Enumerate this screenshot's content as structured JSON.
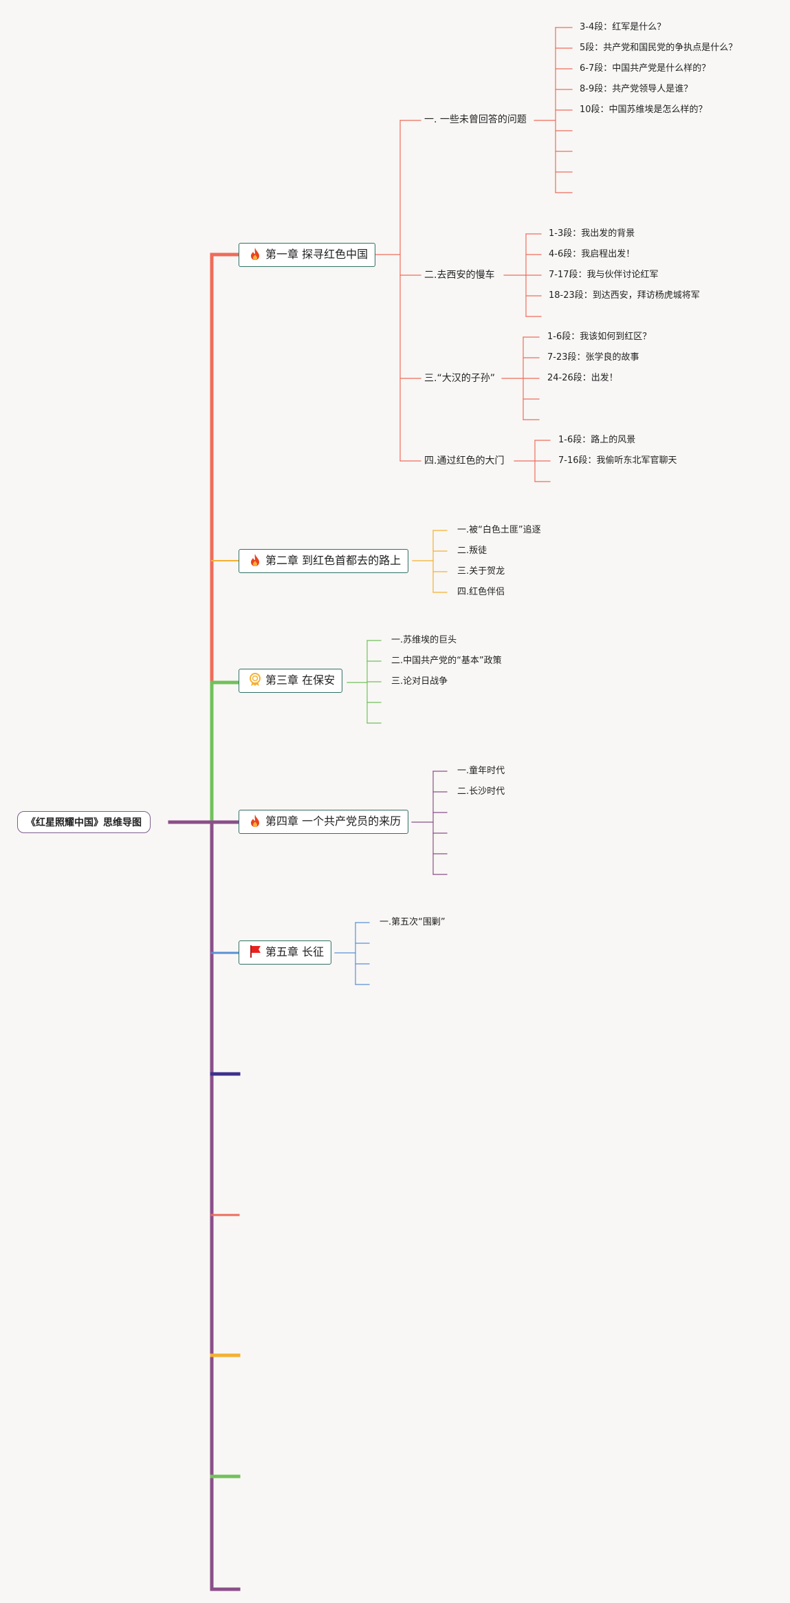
{
  "title": "《红星照耀中国》思维导图",
  "colors": {
    "root": "#8b4e8a",
    "chapter1": "#ef6c5a",
    "chapter2": "#f5b031",
    "chapter3": "#72c05a",
    "chapter4": "#8b4e8a",
    "chapter5": "#5b8fd6",
    "extra_navy": "#3c2f8c"
  },
  "chapters": [
    {
      "label": "第一章 探寻红色中国",
      "icon": "flame-icon",
      "sections": [
        {
          "label": "一. 一些未曾回答的问题",
          "items": [
            "3-4段：红军是什么？",
            "5段：共产党和国民党的争执点是什么？",
            "6-7段：中国共产党是什么样的？",
            "8-9段：共产党领导人是谁？",
            "10段：中国苏维埃是怎么样的？",
            "",
            "",
            "",
            "",
            ""
          ]
        },
        {
          "label": "二.去西安的慢车",
          "items": [
            "1-3段：我出发的背景",
            "4-6段：我启程出发！",
            "7-17段：我与伙伴讨论红军",
            "18-23段：到达西安，拜访杨虎城将军",
            ""
          ]
        },
        {
          "label": "三.“大汉的子孙”",
          "items": [
            "1-6段：我该如何到红区？",
            "7-23段：张学良的故事",
            "24-26段：出发！",
            "",
            ""
          ]
        },
        {
          "label": "四.通过红色的大门",
          "items": [
            "1-6段：路上的风景",
            "7-16段：我偷听东北军官聊天",
            ""
          ]
        }
      ]
    },
    {
      "label": "第二章 到红色首都去的路上",
      "icon": "flame-icon",
      "items": [
        "一.被“白色土匪”追逐",
        "二.叛徒",
        "三.关于贺龙",
        "四.红色伴侣"
      ]
    },
    {
      "label": "第三章 在保安",
      "icon": "medal-icon",
      "items": [
        "一.苏维埃的巨头",
        "二.中国共产党的“基本”政策",
        "三.论对日战争",
        "",
        ""
      ]
    },
    {
      "label": "第四章 一个共产党员的来历",
      "icon": "flame-icon",
      "items": [
        "一.童年时代",
        "二.长沙时代",
        "",
        "",
        "",
        ""
      ]
    },
    {
      "label": "第五章 长征",
      "icon": "flag-icon",
      "items": [
        "一.第五次“围剿”",
        "",
        "",
        ""
      ]
    }
  ]
}
